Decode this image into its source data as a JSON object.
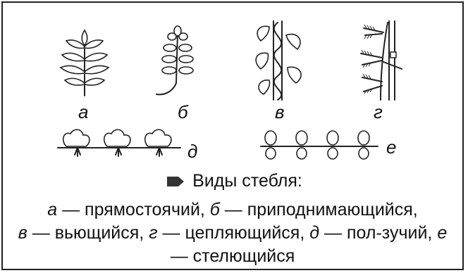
{
  "figure": {
    "labels": {
      "a": "а",
      "b": "б",
      "v": "в",
      "g": "г",
      "d": "д",
      "e": "е"
    },
    "caption_title": "Виды стебля:",
    "caption_items": [
      {
        "letter": "а",
        "text": " — прямостоячий, "
      },
      {
        "letter": "б",
        "text": " — приподнимающийся, "
      },
      {
        "letter": "в",
        "text": " — вьющийся, "
      },
      {
        "letter": "г",
        "text": " — цепляющийся, "
      },
      {
        "letter": "д",
        "text": " — пол-зучий, "
      },
      {
        "letter": "е",
        "text": " — стелющийся"
      }
    ],
    "colors": {
      "ink": "#222222",
      "marker": "#333333"
    }
  }
}
